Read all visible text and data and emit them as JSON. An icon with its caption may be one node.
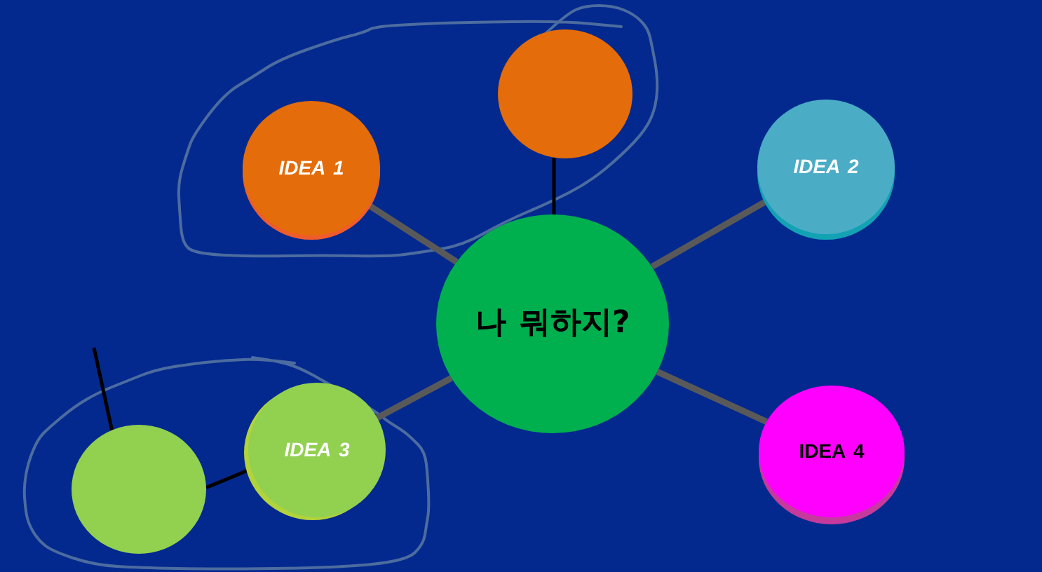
{
  "diagram": {
    "nodes": [
      {
        "text": [],
        "shape": "ellipse"
      },
      {
        "text": [
          "IDEA 1"
        ],
        "in": 0
      },
      {
        "text": [],
        "shape": "circle",
        "in": 0
      },
      {
        "text": [
          "IDEA 2"
        ]
      },
      {
        "text": [
          "나 뭐하지?"
        ]
      },
      {
        "text": [],
        "shape": "ellipse"
      },
      {
        "text": [],
        "shape": "circle",
        "in": 5
      },
      {
        "text": [
          "IDEA 3"
        ],
        "in": 5
      },
      {
        "text": [
          "IDEA 4"
        ]
      }
    ],
    "edges": [
      {
        "from": 4,
        "to": 1,
        "arrow": "none"
      },
      {
        "from": 4,
        "to": 2,
        "arrow": "none",
        "color": "#000000"
      },
      {
        "from": 4,
        "to": 3,
        "arrow": "none"
      },
      {
        "from": 4,
        "to": 7,
        "arrow": "none"
      },
      {
        "from": 4,
        "to": 8,
        "arrow": "none"
      },
      {
        "from": 7,
        "to": 6,
        "arrow": "none",
        "color": "#000000"
      },
      {
        "from": 6,
        "to": null,
        "arrow": "none",
        "color": "#000000"
      }
    ]
  }
}
